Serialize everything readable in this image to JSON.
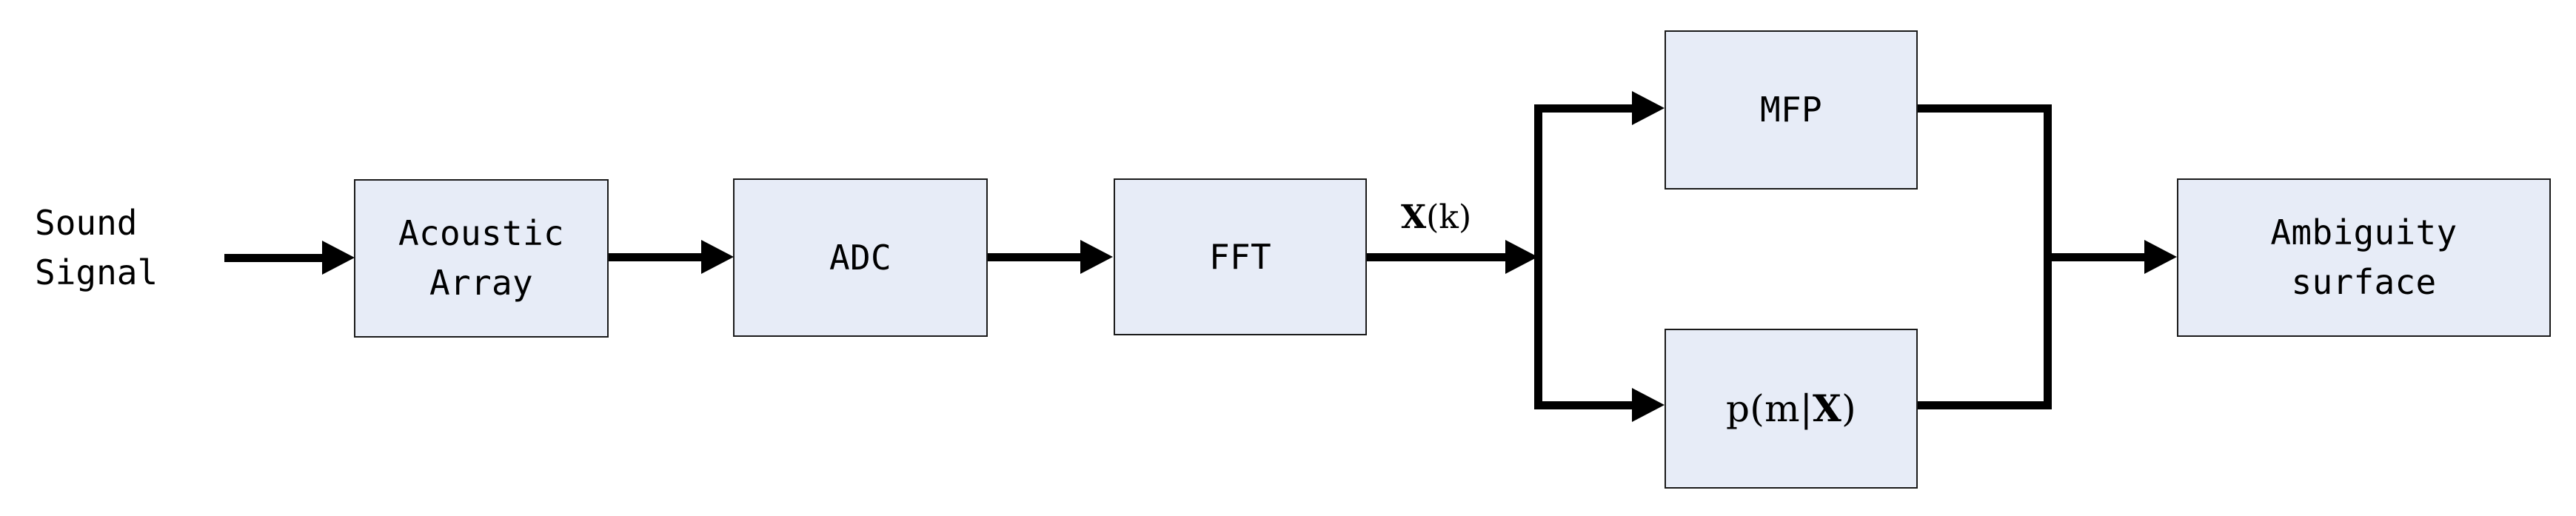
{
  "diagram": {
    "type": "signal-processing-block-diagram",
    "background_color": "#ffffff",
    "box_fill_color": "#e7ecf7",
    "box_border_color": "#1a1a1a",
    "connector_color": "#000000",
    "input_label": "Sound\nSignal",
    "signal_label": {
      "vector": "X",
      "index": "(k)"
    },
    "blocks": [
      {
        "id": "acoustic-array",
        "label": "Acoustic\nArray"
      },
      {
        "id": "adc",
        "label": "ADC"
      },
      {
        "id": "fft",
        "label": "FFT"
      },
      {
        "id": "mfp",
        "label": "MFP"
      },
      {
        "id": "posterior",
        "label_prefix": "p(m|",
        "label_vector": "X",
        "label_suffix": ")"
      },
      {
        "id": "ambiguity",
        "label": "Ambiguity\nsurface"
      }
    ],
    "connectors": [
      {
        "id": "input-to-array",
        "from": "Sound Signal",
        "to": "Acoustic Array",
        "arrow": true
      },
      {
        "id": "array-to-adc",
        "from": "Acoustic Array",
        "to": "ADC",
        "arrow": true
      },
      {
        "id": "adc-to-fft",
        "from": "ADC",
        "to": "FFT",
        "arrow": true
      },
      {
        "id": "fft-to-split",
        "from": "FFT",
        "to": "split",
        "arrow": true,
        "label": "X(k)"
      },
      {
        "id": "split-bus",
        "from": "split",
        "to": "branches",
        "arrow": false
      },
      {
        "id": "split-to-mfp",
        "from": "split",
        "to": "MFP",
        "arrow": true
      },
      {
        "id": "split-to-posterior",
        "from": "split",
        "to": "p(m|X)",
        "arrow": true
      },
      {
        "id": "mfp-to-merge",
        "from": "MFP",
        "to": "merge",
        "arrow": false
      },
      {
        "id": "posterior-to-merge",
        "from": "p(m|X)",
        "to": "merge",
        "arrow": false
      },
      {
        "id": "merge-bus",
        "from": "merge",
        "to": "output",
        "arrow": false
      },
      {
        "id": "merge-to-ambiguity",
        "from": "merge",
        "to": "Ambiguity surface",
        "arrow": true
      }
    ]
  }
}
